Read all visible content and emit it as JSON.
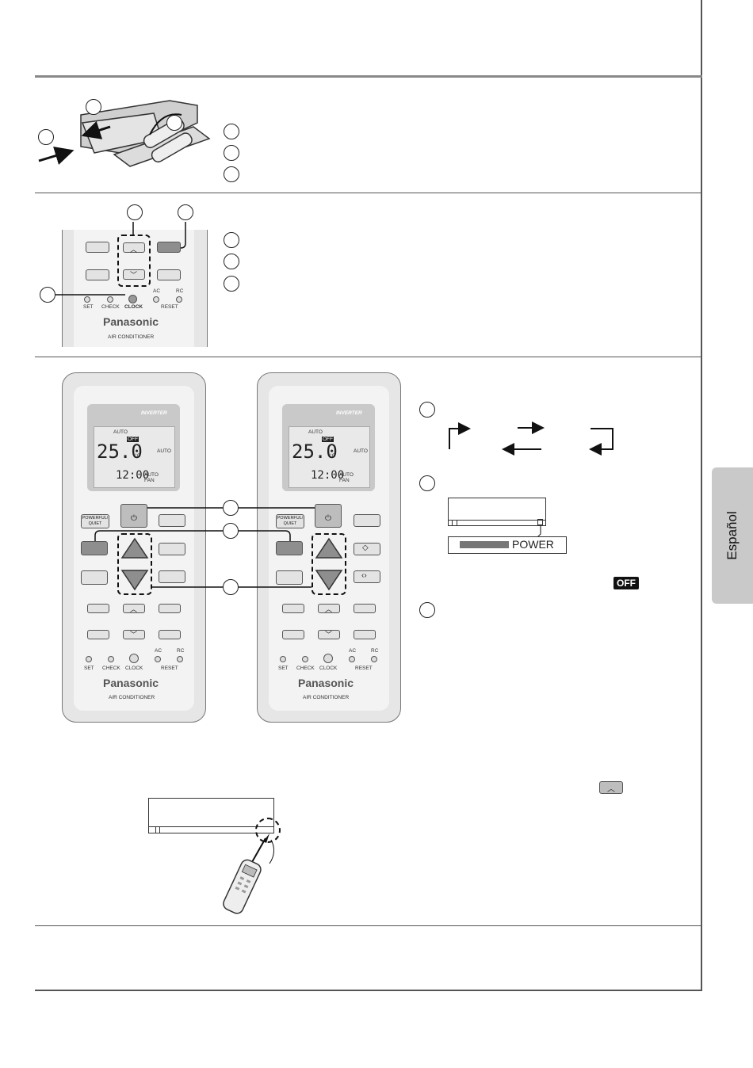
{
  "side_tab": {
    "label": "Español"
  },
  "remote": {
    "brand": "Panasonic",
    "subtitle": "AIR CONDITIONER",
    "inverter_logo": "INVERTER",
    "labels": {
      "set": "SET",
      "check": "CHECK",
      "clock": "CLOCK",
      "ac": "AC",
      "rc": "RC",
      "reset": "RESET",
      "powerful_quiet_1": "POWERFUL/",
      "powerful_quiet_2": "QUIET"
    },
    "lcd": {
      "mode": "AUTO",
      "off_tag": "OFF",
      "temperature": "25.0",
      "unit": "°C",
      "clock": "12:00",
      "fan_1": "AUTO",
      "fan_2": "FAN",
      "swing": "AUTO"
    }
  },
  "indicator": {
    "power_label": "POWER",
    "off_badge": "OFF"
  },
  "icons": [
    "battery-icon",
    "arrow-icon",
    "up-arrow-icon",
    "down-arrow-icon",
    "power-icon",
    "remote-icon"
  ]
}
